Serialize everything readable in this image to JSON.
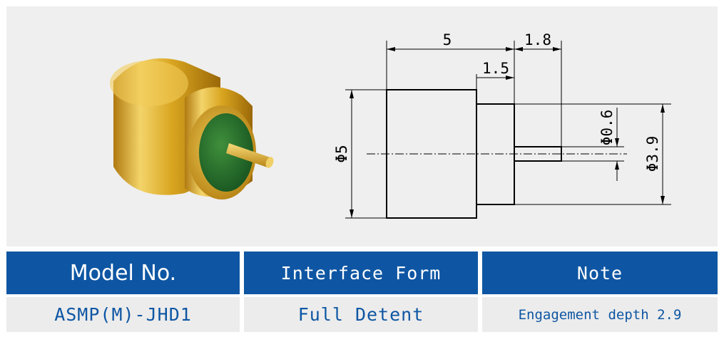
{
  "drawing": {
    "dim_body_length": "5",
    "dim_pin_length": "1.8",
    "dim_step_length": "1.5",
    "dim_body_diameter": "Φ5",
    "dim_pin_diameter": "Φ0.6",
    "dim_step_diameter": "Φ3.9"
  },
  "colors": {
    "table_header_bg": "#0e56a3",
    "table_text": "#0e56a3",
    "gold": "#d9a520",
    "insulator_green": "#1f6b2a"
  },
  "table": {
    "headers": [
      "Model No.",
      "Interface Form",
      "Note"
    ],
    "row": [
      "ASMP(M)-JHD1",
      "Full Detent",
      "Engagement depth 2.9"
    ]
  }
}
